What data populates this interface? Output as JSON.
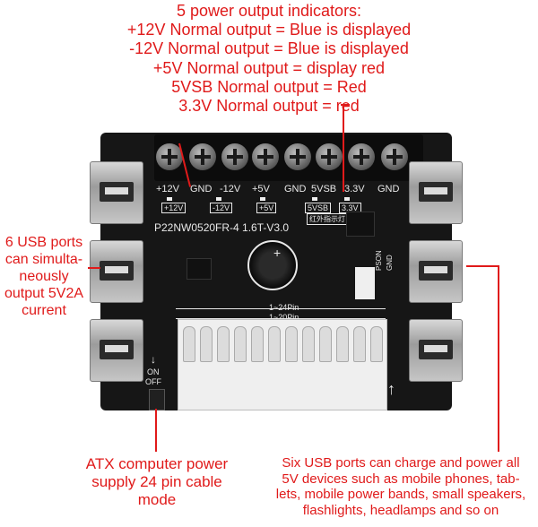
{
  "annotations": {
    "top": [
      "5 power output indicators:",
      "+12V Normal output = Blue is displayed",
      "-12V Normal output = Blue is displayed",
      "+5V Normal output = display red",
      "5VSB Normal output = Red",
      "3.3V Normal output = red"
    ],
    "left": [
      "6 USB ports",
      "can simulta-",
      "neously",
      "output 5V2A",
      "current"
    ],
    "bottom_left": [
      "ATX computer power",
      "supply 24 pin cable",
      "mode"
    ],
    "bottom_right": [
      "Six USB ports can charge and power all",
      "5V devices such as mobile phones, tab-",
      "lets, mobile power bands, small speakers,",
      "flashlights, headlamps and so on"
    ]
  },
  "board": {
    "terminal_labels": [
      "+12V",
      "GND",
      "-12V",
      "+5V",
      "GND",
      "5VSB",
      "3.3V",
      "GND"
    ],
    "indicator_labels": [
      "+12V",
      "-12V",
      "+5V",
      "5VSB",
      "3.3V"
    ],
    "model": "P22NW0520FR-4  1.6T-V3.0",
    "ir_label": "红外指示灯",
    "pin_labels": [
      "1~24Pin",
      "1~20Pin"
    ],
    "switch_on": "ON",
    "switch_off": "OFF",
    "side_labels": [
      "PSON",
      "GND"
    ]
  },
  "colors": {
    "annotation": "#e01a1a",
    "board": "#161616",
    "silkscreen": "#e8e8e8"
  }
}
